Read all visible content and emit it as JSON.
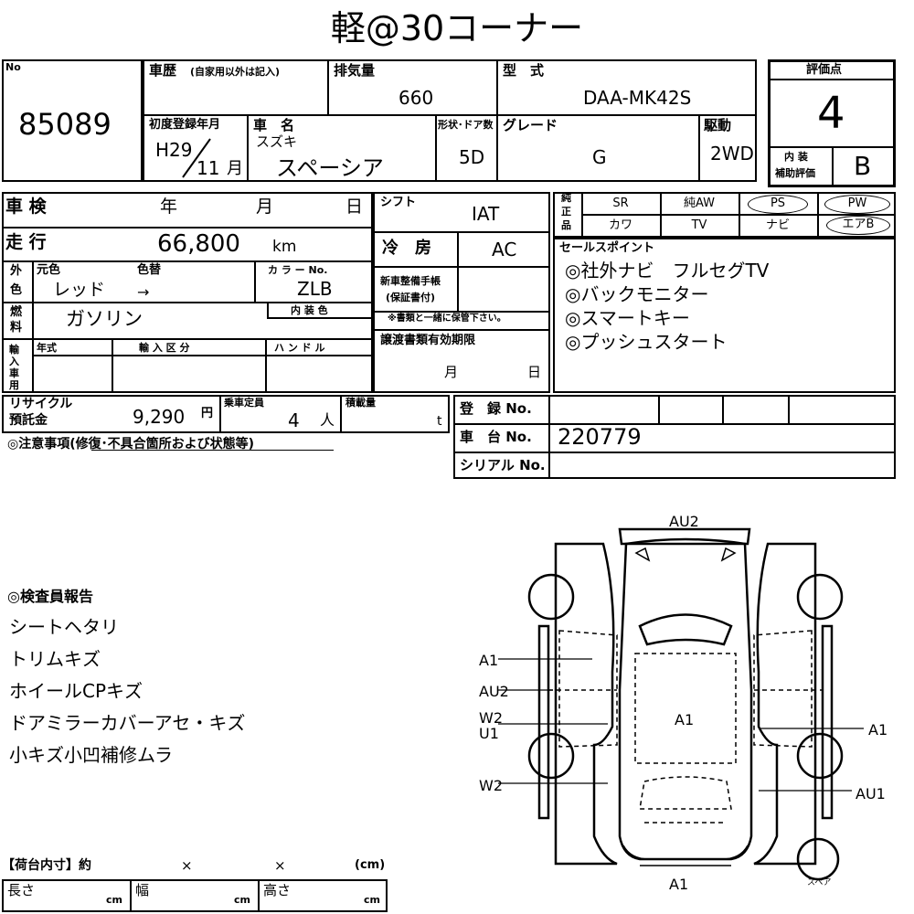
{
  "header": {
    "title": "軽@30コーナー"
  },
  "lot": {
    "label": "No",
    "number": "85089"
  },
  "history": {
    "label": "車歴",
    "note": "(自家用以外は記入)"
  },
  "engine": {
    "label": "排気量",
    "value": "660"
  },
  "model": {
    "label": "型　式",
    "value": "DAA-MK42S"
  },
  "score": {
    "label": "評価点",
    "value": "4",
    "interior_label_1": "内 装",
    "interior_label_2": "補助評価",
    "interior_value": "B"
  },
  "first_reg": {
    "label": "初度登録年月",
    "year": "H29",
    "month": "11",
    "month_unit": "月"
  },
  "car_name": {
    "label": "車　名",
    "maker": "スズキ",
    "name": "スペーシア"
  },
  "doors": {
    "label": "形状･ドア数",
    "value": "5D"
  },
  "grade": {
    "label": "グレード",
    "value": "G"
  },
  "drive": {
    "label": "駆動",
    "value": "2WD"
  },
  "inspection": {
    "label": "車 検",
    "year": "年",
    "month": "月",
    "day": "日"
  },
  "shift": {
    "label": "シフト",
    "value": "IAT"
  },
  "aircon": {
    "label": "冷　房",
    "value": "AC"
  },
  "mileage": {
    "label": "走 行",
    "value": "66,800",
    "unit": "km"
  },
  "color": {
    "side_label_1": "外",
    "side_label_2": "色",
    "orig_label": "元色",
    "change_label": "色替",
    "orig_value": "レッド",
    "arrow": "→",
    "code_label": "カ ラ ー No.",
    "code_value": "ZLB"
  },
  "fuel": {
    "side_label_1": "燃",
    "side_label_2": "料",
    "value": "ガソリン",
    "interior_color_label": "内 装 色"
  },
  "maint": {
    "line1": "新車整備手帳",
    "line2": "(保証書付)",
    "note": "※書類と一緒に保管下さい。"
  },
  "import": {
    "side_label": "輸入車用",
    "year_label": "年式",
    "class_label": "輸 入 区 分",
    "handle_label": "ハ ン ド ル"
  },
  "transfer": {
    "label": "譲渡書類有効期限",
    "month": "月",
    "day": "日"
  },
  "recycle": {
    "label1": "リサイクル",
    "label2": "預託金",
    "value": "9,290",
    "unit": "円"
  },
  "capacity": {
    "label": "乗車定員",
    "value": "4",
    "unit": "人"
  },
  "load": {
    "label": "積載量",
    "unit": "t"
  },
  "caution": {
    "label": "◎注意事項(修復･不具合箇所および状態等)"
  },
  "registration": {
    "label": "登　録 No."
  },
  "chassis": {
    "label": "車　台 No.",
    "value": "220779"
  },
  "serial": {
    "label": "シリアル No."
  },
  "equipment": {
    "side_label_1": "純",
    "side_label_2": "正",
    "side_label_3": "品",
    "row1": [
      "SR",
      "純AW",
      "PS",
      "PW"
    ],
    "row2": [
      "カワ",
      "TV",
      "ナビ",
      "エアB"
    ]
  },
  "sales": {
    "label": "セールスポイント",
    "items": [
      "◎社外ナビ　フルセグTV",
      "◎バックモニター",
      "◎スマートキー",
      "◎プッシュスタート"
    ]
  },
  "inspector": {
    "label": "◎検査員報告",
    "items": [
      "シートヘタリ",
      "トリムキズ",
      "ホイールCPキズ",
      "ドアミラーカバーアセ・キズ",
      "小キズ小凹補修ムラ"
    ]
  },
  "cargo": {
    "label": "【荷台内寸】約",
    "x1": "×",
    "x2": "×",
    "cm_label": "(cm)",
    "length_label": "長さ",
    "width_label": "幅",
    "height_label": "高さ",
    "unit": "cm"
  },
  "diagram": {
    "labels": {
      "top": "AU2",
      "bottom": "A1",
      "left_1": "A1",
      "left_2": "AU2",
      "left_3a": "W2",
      "left_3b": "U1",
      "left_4": "W2",
      "right_1": "A1",
      "right_2": "AU1",
      "center": "A1"
    },
    "spare_label": "スペア"
  }
}
